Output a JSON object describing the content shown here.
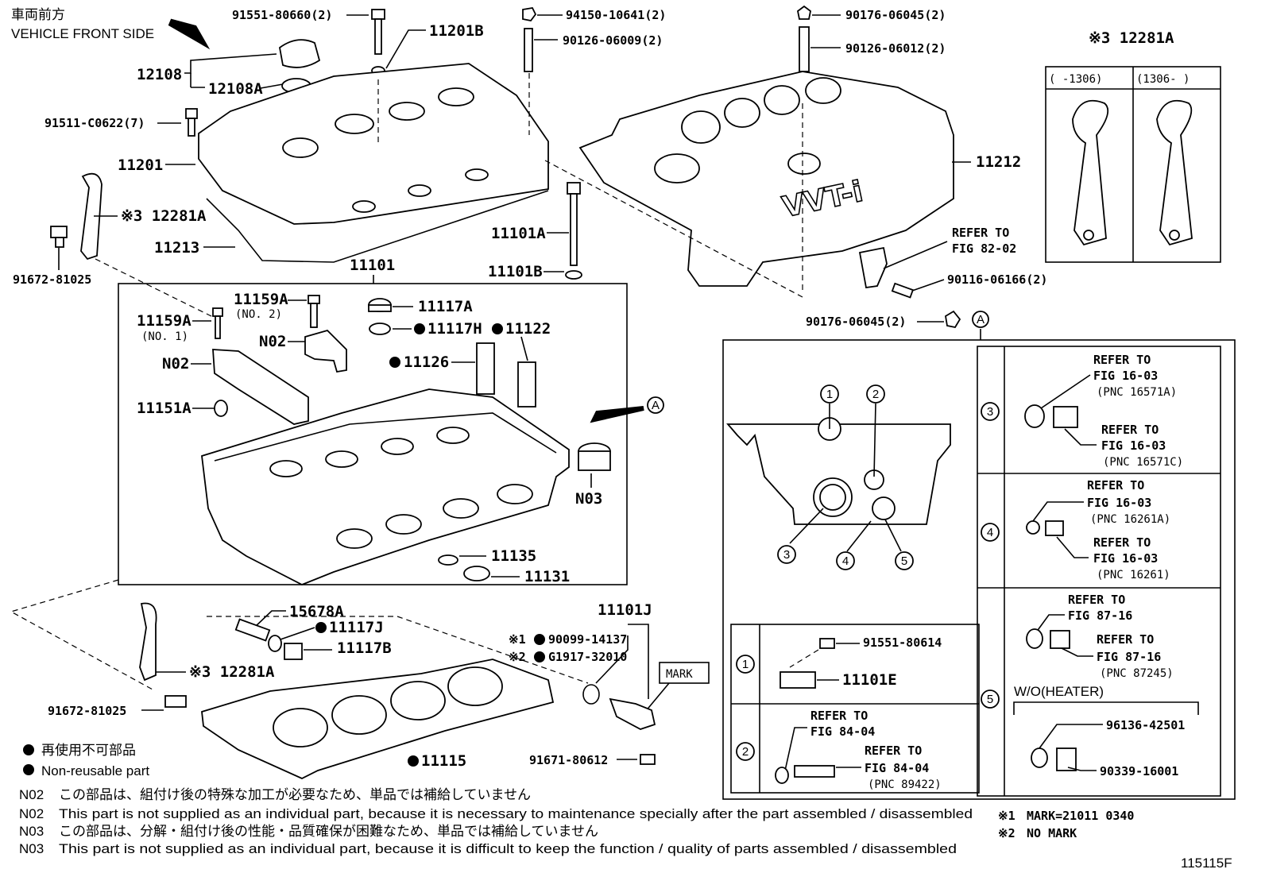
{
  "orientation": {
    "jp": "車両前方",
    "en": "VEHICLE FRONT SIDE"
  },
  "figure_number": "115115F",
  "legend": {
    "jp": "再使用不可部品",
    "en": "Non-reusable part"
  },
  "notes": [
    {
      "code": "N02",
      "text": "この部品は、組付け後の特殊な加工が必要なため、単品では補給していません"
    },
    {
      "code": "N02",
      "text": "This part is not supplied as an individual part, because it is necessary to maintenance specially after the part assembled / disassembled"
    },
    {
      "code": "N03",
      "text": "この部品は、分解・組付け後の性能・品質確保が困難なため、単品では補給していません"
    },
    {
      "code": "N03",
      "text": "This part is not supplied as an individual part, because it is difficult to keep the function / quality of parts  assembled / disassembled"
    }
  ],
  "mark_notes": [
    {
      "mark": "※1",
      "text": "MARK=21011 0340"
    },
    {
      "mark": "※2",
      "text": "NO MARK"
    }
  ],
  "labels": {
    "p91551_80660": "91551-80660(2)",
    "p11201B": "11201B",
    "p94150": "94150-10641(2)",
    "p90126_06009": "90126-06009(2)",
    "p90176_06045_top": "90176-06045(2)",
    "p90126_06012": "90126-06012(2)",
    "p12108": "12108",
    "p12108A": "12108A",
    "p91511": "91511-C0622(7)",
    "p11201": "11201",
    "p12281A_a": "※3 12281A",
    "p11213": "11213",
    "p91672_a": "91672-81025",
    "p11101": "11101",
    "p11101A": "11101A",
    "p11101B": "11101B",
    "p11212": "11212",
    "refer82_1": "REFER TO",
    "refer82_2": "FIG 82-02",
    "p90116": "90116-06166(2)",
    "p90176_06045_b": "90176-06045(2)",
    "p11159A_1": "11159A",
    "p11159A_1s": "(NO. 1)",
    "p11159A_2": "11159A",
    "p11159A_2s": "(NO. 2)",
    "pN02a": "N02",
    "pN02b": "N02",
    "p11117A": "11117A",
    "p11117H": "11117H",
    "p11122": "11122",
    "p11126": "11126",
    "p11151A": "11151A",
    "pN03": "N03",
    "p11135": "11135",
    "p11131": "11131",
    "p15678A": "15678A",
    "p11117J": "11117J",
    "p11117B": "11117B",
    "p12281A_b": "※3 12281A",
    "p91672_b": "91672-81025",
    "p11115": "11115",
    "p11101J": "11101J",
    "p90099": "90099-14137",
    "p90099m": "※1",
    "pG1917": "G1917-32010",
    "pG1917m": "※2",
    "mark": "MARK",
    "p91671": "91671-80612",
    "p12281A_c": "※3 12281A",
    "inset_col1": "(    -1306)",
    "inset_col2": "(1306-    )",
    "viewA": "A"
  },
  "detail_A": {
    "circle_nums": [
      "1",
      "2",
      "3",
      "4",
      "5"
    ],
    "row1": {
      "a": "91551-80614",
      "b": "11101E"
    },
    "row2": {
      "r1": "REFER TO",
      "r2": "FIG 84-04",
      "r3": "REFER TO",
      "r4": "FIG 84-04",
      "r5": "(PNC 89422)"
    },
    "row3": {
      "r1": "REFER TO",
      "r2": "FIG 16-03",
      "r3": "(PNC 16571A)",
      "r4": "REFER TO",
      "r5": "FIG 16-03",
      "r6": "(PNC 16571C)"
    },
    "row4": {
      "r1": "REFER TO",
      "r2": "FIG 16-03",
      "r3": "(PNC 16261A)",
      "r4": "REFER TO",
      "r5": "FIG 16-03",
      "r6": "(PNC 16261)"
    },
    "row5": {
      "r1": "REFER TO",
      "r2": "FIG 87-16",
      "r3": "REFER TO",
      "r4": "FIG 87-16",
      "r5": "(PNC 87245)",
      "r6": "W/O(HEATER)",
      "r7": "96136-42501",
      "r8": "90339-16001"
    }
  },
  "engine_cover_text": "VVT-i"
}
